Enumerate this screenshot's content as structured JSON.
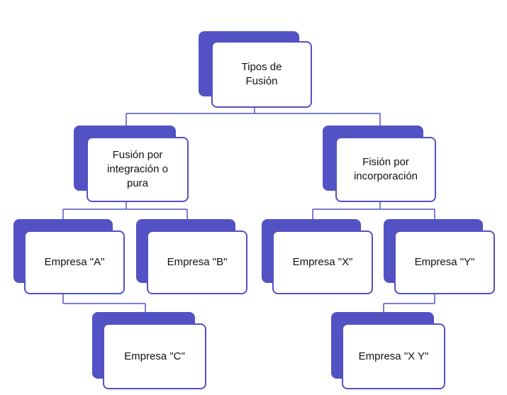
{
  "diagram": {
    "colors": {
      "accent": "#5252c4",
      "line": "#5252c4",
      "box_bg": "#ffffff",
      "text": "#111111"
    },
    "root": {
      "label": "Tipos de Fusión"
    },
    "left_branch": {
      "label": "Fusión por integración o pura"
    },
    "right_branch": {
      "label": "Fisión por incorporación"
    },
    "leaves": {
      "a": {
        "label": "Empresa \"A\""
      },
      "b": {
        "label": "Empresa \"B\""
      },
      "c": {
        "label": "Empresa \"C\""
      },
      "x": {
        "label": "Empresa \"X\""
      },
      "y": {
        "label": "Empresa \"Y\""
      },
      "xy": {
        "label": "Empresa \"X Y\""
      }
    }
  }
}
